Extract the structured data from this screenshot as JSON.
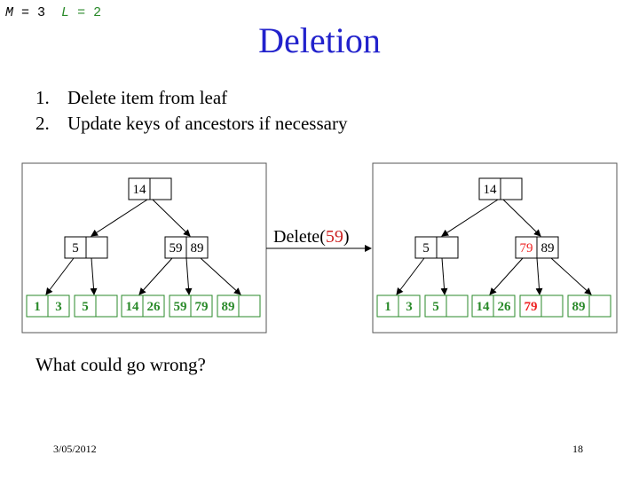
{
  "header": {
    "m_var": "M",
    "m_eq": " = 3",
    "l_var": "L",
    "l_eq": " = 2"
  },
  "title": "Deletion",
  "steps": [
    {
      "num": "1.",
      "text": "Delete item from leaf"
    },
    {
      "num": "2.",
      "text": "Update keys of ancestors if necessary"
    }
  ],
  "operation": {
    "prefix": "Delete(",
    "key": "59",
    "suffix": ")"
  },
  "trees": {
    "before": {
      "root": [
        "14",
        ""
      ],
      "internal_left": [
        "5",
        ""
      ],
      "internal_right": [
        "59",
        "89"
      ],
      "leaves": [
        [
          "1",
          "3"
        ],
        [
          "5",
          ""
        ],
        [
          "14",
          "26"
        ],
        [
          "59",
          "79"
        ],
        [
          "89",
          ""
        ]
      ]
    },
    "after": {
      "root": [
        "14",
        ""
      ],
      "internal_left": [
        "5",
        ""
      ],
      "internal_right": [
        "79",
        "89"
      ],
      "leaves": [
        [
          "1",
          "3"
        ],
        [
          "5",
          ""
        ],
        [
          "14",
          "26"
        ],
        [
          "79",
          ""
        ],
        [
          "89",
          ""
        ]
      ]
    }
  },
  "colors": {
    "title": "#2222cc",
    "leaf": "#2a8a2a",
    "highlight": "#ee2222",
    "delete_key": "#cc2222"
  },
  "question": "What could go wrong?",
  "footer": {
    "date": "3/05/2012",
    "page": "18"
  }
}
